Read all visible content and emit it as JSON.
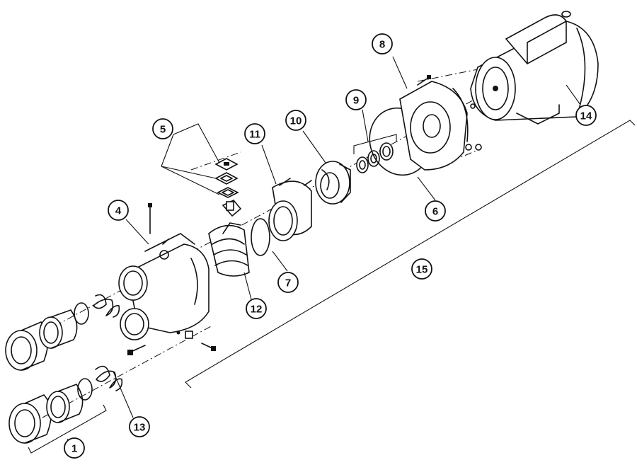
{
  "callouts": [
    {
      "id": "1",
      "label": "1"
    },
    {
      "id": "4",
      "label": "4"
    },
    {
      "id": "5",
      "label": "5"
    },
    {
      "id": "6",
      "label": "6"
    },
    {
      "id": "7",
      "label": "7"
    },
    {
      "id": "8",
      "label": "8"
    },
    {
      "id": "9",
      "label": "9"
    },
    {
      "id": "10",
      "label": "10"
    },
    {
      "id": "11",
      "label": "11"
    },
    {
      "id": "12",
      "label": "12"
    },
    {
      "id": "13",
      "label": "13"
    },
    {
      "id": "14",
      "label": "14"
    },
    {
      "id": "15",
      "label": "15"
    }
  ]
}
